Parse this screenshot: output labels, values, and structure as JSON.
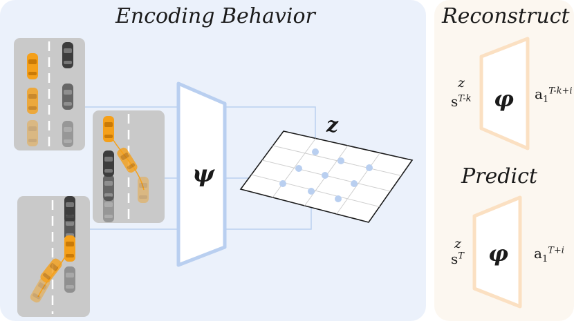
{
  "panels": {
    "encoding": {
      "title": "Encoding Behavior"
    },
    "reconstruct": {
      "title": "Reconstruct",
      "z": "z",
      "s": "s",
      "s_sup": "T-k",
      "phi": "φ",
      "a": "a",
      "a_sub": "1",
      "a_sup": "T-k+i"
    },
    "predict": {
      "title": "Predict",
      "z": "z",
      "s": "s",
      "s_sup": "T",
      "phi": "φ",
      "a": "a",
      "a_sub": "1",
      "a_sup": "T+i"
    }
  },
  "encoder": {
    "symbol": "ψ"
  },
  "latent": {
    "symbol": "z"
  },
  "colors": {
    "left_panel": "#ebf1fb",
    "right_panel": "#fcf7f0",
    "encoder_stroke": "#b9cff0",
    "decoder_stroke": "#fbe0c2",
    "latent_dot": "#b9cff0",
    "ego_car": "#f5a01a",
    "other_car": "#3d3d3d",
    "scene_bg": "#c9c9c9"
  },
  "icons": [
    "car-orange-icon",
    "car-dark-icon",
    "trapezoid-encoder-icon",
    "trapezoid-decoder-icon",
    "latent-grid-icon"
  ]
}
